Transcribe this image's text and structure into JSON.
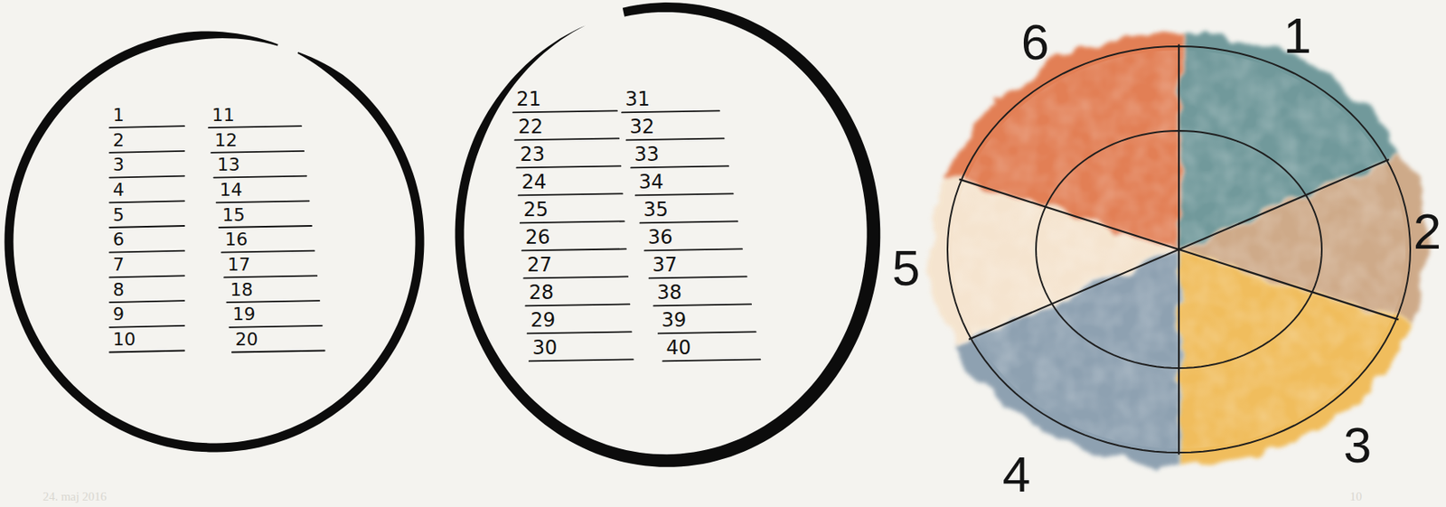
{
  "diagram": {
    "nodes": [
      {
        "text": [
          "1",
          "2",
          "3",
          "4",
          "5",
          "6",
          "7",
          "8",
          "9",
          "10",
          "11",
          "12",
          "13",
          "14",
          "15",
          "16",
          "17",
          "18",
          "19",
          "20"
        ]
      },
      {
        "text": [
          "21",
          "22",
          "23",
          "24",
          "25",
          "26",
          "27",
          "28",
          "29",
          "30",
          "31",
          "32",
          "33",
          "34",
          "35",
          "36",
          "37",
          "38",
          "39",
          "40"
        ]
      }
    ],
    "labels": [
      "6",
      "1",
      "2",
      "3",
      "4",
      "5",
      "24. maj 2016",
      "10"
    ]
  }
}
